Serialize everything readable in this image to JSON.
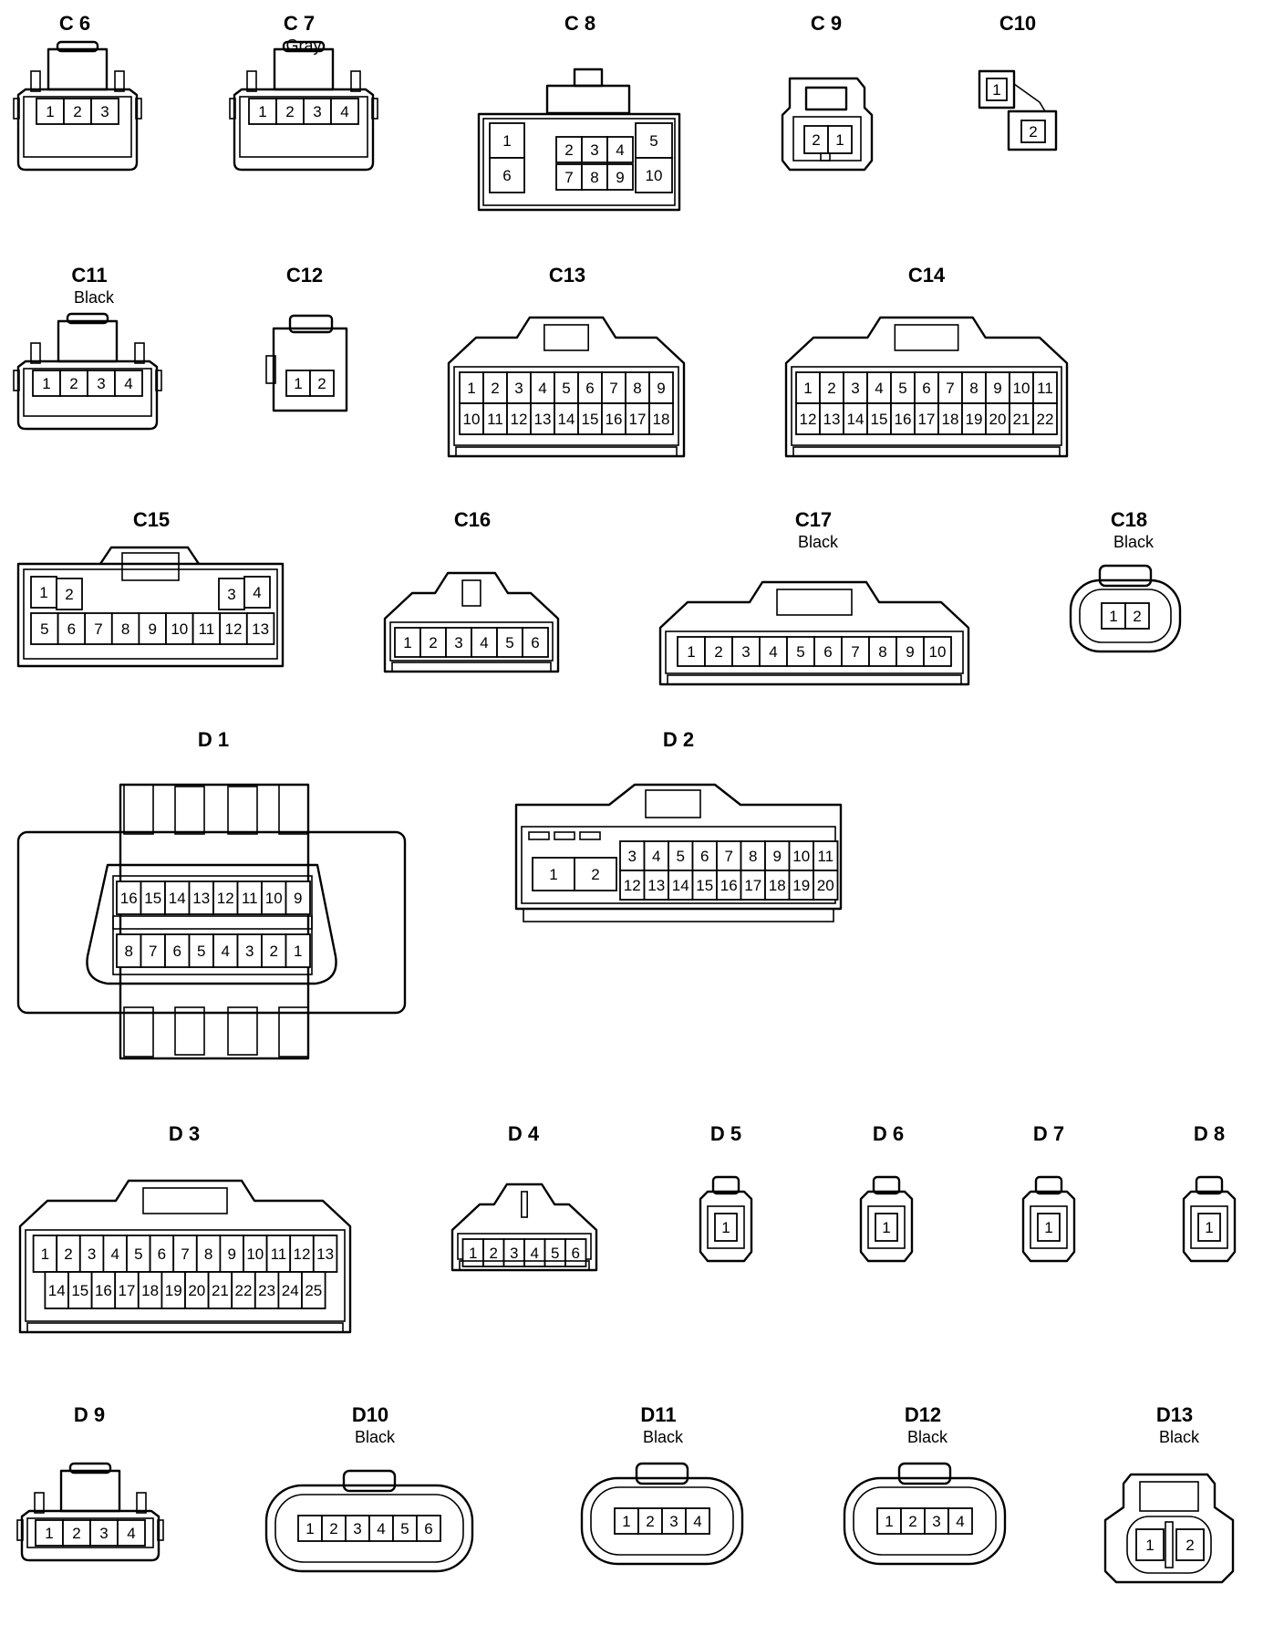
{
  "connectors": [
    {
      "id": "C6",
      "label": "C 6",
      "color": "",
      "kind": "small",
      "rows": [
        [
          "1",
          "2",
          "3"
        ]
      ]
    },
    {
      "id": "C7",
      "label": "C 7",
      "color": "Gray",
      "kind": "small",
      "rows": [
        [
          "1",
          "2",
          "3",
          "4"
        ]
      ]
    },
    {
      "id": "C8",
      "label": "C 8",
      "color": "",
      "kind": "c8",
      "pins": [
        "1",
        "2",
        "3",
        "4",
        "5",
        "6",
        "7",
        "8",
        "9",
        "10"
      ]
    },
    {
      "id": "C9",
      "label": "C 9",
      "color": "",
      "kind": "c9",
      "rows": [
        [
          "2",
          "1"
        ]
      ]
    },
    {
      "id": "C10",
      "label": "C10",
      "color": "",
      "kind": "c10",
      "pins": [
        "1",
        "2"
      ]
    },
    {
      "id": "C11",
      "label": "C11",
      "color": "Black",
      "kind": "small",
      "rows": [
        [
          "1",
          "2",
          "3",
          "4"
        ]
      ]
    },
    {
      "id": "C12",
      "label": "C12",
      "color": "",
      "kind": "small",
      "rows": [
        [
          "1",
          "2"
        ]
      ]
    },
    {
      "id": "C13",
      "label": "C13",
      "color": "",
      "kind": "wide",
      "rows": [
        [
          "1",
          "2",
          "3",
          "4",
          "5",
          "6",
          "7",
          "8",
          "9"
        ],
        [
          "10",
          "11",
          "12",
          "13",
          "14",
          "15",
          "16",
          "17",
          "18"
        ]
      ]
    },
    {
      "id": "C14",
      "label": "C14",
      "color": "",
      "kind": "wide",
      "rows": [
        [
          "1",
          "2",
          "3",
          "4",
          "5",
          "6",
          "7",
          "8",
          "9",
          "10",
          "11"
        ],
        [
          "12",
          "13",
          "14",
          "15",
          "16",
          "17",
          "18",
          "19",
          "20",
          "21",
          "22"
        ]
      ]
    },
    {
      "id": "C15",
      "label": "C15",
      "color": "",
      "kind": "c15",
      "rows": [
        [
          "1",
          "2",
          "3",
          "4"
        ],
        [
          "5",
          "6",
          "7",
          "8",
          "9",
          "10",
          "11",
          "12",
          "13"
        ]
      ]
    },
    {
      "id": "C16",
      "label": "C16",
      "color": "",
      "kind": "wide",
      "rows": [
        [
          "1",
          "2",
          "3",
          "4",
          "5",
          "6"
        ]
      ]
    },
    {
      "id": "C17",
      "label": "C17",
      "color": "Black",
      "kind": "wide",
      "rows": [
        [
          "1",
          "2",
          "3",
          "4",
          "5",
          "6",
          "7",
          "8",
          "9",
          "10"
        ]
      ]
    },
    {
      "id": "C18",
      "label": "C18",
      "color": "Black",
      "kind": "oval",
      "rows": [
        [
          "1",
          "2"
        ]
      ]
    },
    {
      "id": "D1",
      "label": "D 1",
      "color": "",
      "kind": "d1",
      "rows": [
        [
          "16",
          "15",
          "14",
          "13",
          "12",
          "11",
          "10",
          "9"
        ],
        [
          "8",
          "7",
          "6",
          "5",
          "4",
          "3",
          "2",
          "1"
        ]
      ]
    },
    {
      "id": "D2",
      "label": "D 2",
      "color": "",
      "kind": "d2",
      "pins": [
        "1",
        "2",
        "3",
        "4",
        "5",
        "6",
        "7",
        "8",
        "9",
        "10",
        "11",
        "12",
        "13",
        "14",
        "15",
        "16",
        "17",
        "18",
        "19",
        "20"
      ]
    },
    {
      "id": "D3",
      "label": "D 3",
      "color": "",
      "kind": "wide",
      "rows": [
        [
          "1",
          "2",
          "3",
          "4",
          "5",
          "6",
          "7",
          "8",
          "9",
          "10",
          "11",
          "12",
          "13"
        ],
        [
          "14",
          "15",
          "16",
          "17",
          "18",
          "19",
          "20",
          "21",
          "22",
          "23",
          "24",
          "25"
        ]
      ]
    },
    {
      "id": "D4",
      "label": "D 4",
      "color": "",
      "kind": "wide",
      "rows": [
        [
          "1",
          "2",
          "3",
          "4",
          "5",
          "6"
        ]
      ]
    },
    {
      "id": "D5",
      "label": "D 5",
      "color": "",
      "kind": "tiny",
      "rows": [
        [
          "1"
        ]
      ]
    },
    {
      "id": "D6",
      "label": "D 6",
      "color": "",
      "kind": "tiny",
      "rows": [
        [
          "1"
        ]
      ]
    },
    {
      "id": "D7",
      "label": "D 7",
      "color": "",
      "kind": "tiny",
      "rows": [
        [
          "1"
        ]
      ]
    },
    {
      "id": "D8",
      "label": "D 8",
      "color": "",
      "kind": "tiny",
      "rows": [
        [
          "1"
        ]
      ]
    },
    {
      "id": "D9",
      "label": "D 9",
      "color": "",
      "kind": "small",
      "rows": [
        [
          "1",
          "2",
          "3",
          "4"
        ]
      ]
    },
    {
      "id": "D10",
      "label": "D10",
      "color": "Black",
      "kind": "oval",
      "rows": [
        [
          "1",
          "2",
          "3",
          "4",
          "5",
          "6"
        ]
      ]
    },
    {
      "id": "D11",
      "label": "D11",
      "color": "Black",
      "kind": "oval",
      "rows": [
        [
          "1",
          "2",
          "3",
          "4"
        ]
      ]
    },
    {
      "id": "D12",
      "label": "D12",
      "color": "Black",
      "kind": "oval",
      "rows": [
        [
          "1",
          "2",
          "3",
          "4"
        ]
      ]
    },
    {
      "id": "D13",
      "label": "D13",
      "color": "Black",
      "kind": "d13",
      "rows": [
        [
          "1",
          "2"
        ]
      ]
    }
  ]
}
